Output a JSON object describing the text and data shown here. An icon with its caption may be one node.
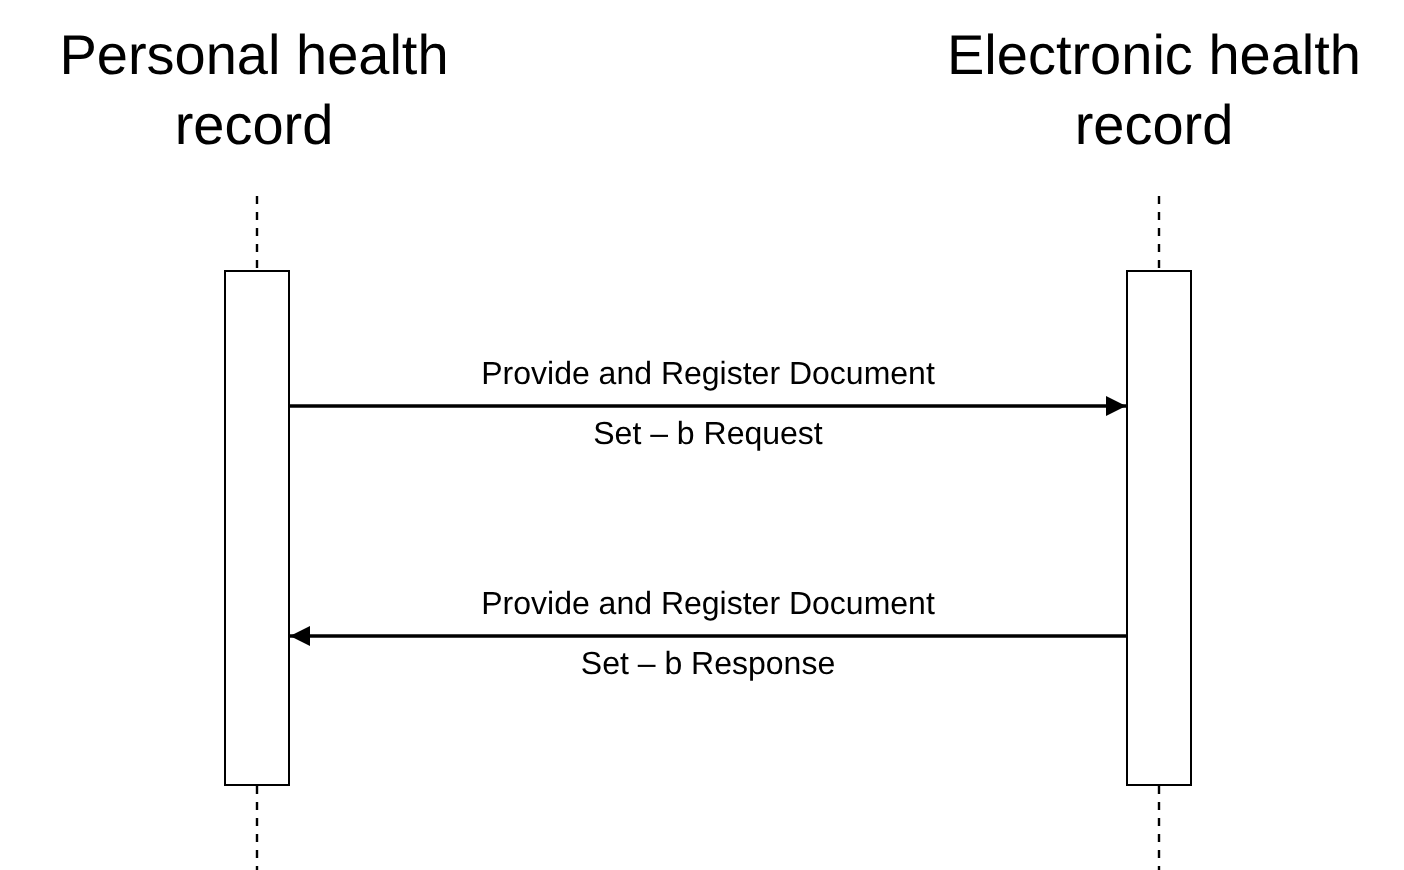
{
  "diagram": {
    "nodes": [
      {
        "text": [
          "Personal health record"
        ]
      },
      {
        "text": [
          "Electronic health record"
        ]
      },
      {
        "text": [],
        "shape": "bar"
      },
      {
        "text": [],
        "shape": "bar"
      }
    ],
    "edges": [
      {
        "from": 2,
        "to": 3,
        "arrow": "to",
        "label": "Provide and Register Document Set – b Request"
      },
      {
        "from": 3,
        "to": 2,
        "arrow": "to",
        "label": "Provide and Register Document Set – b Response"
      },
      {
        "from": 0,
        "to": 2,
        "arrow": "none",
        "style": "dashed"
      },
      {
        "from": 1,
        "to": 3,
        "arrow": "none",
        "style": "dashed"
      },
      {
        "from": 2,
        "to": null,
        "arrow": "none",
        "style": "dashed"
      },
      {
        "from": 3,
        "to": null,
        "arrow": "none",
        "style": "dashed"
      }
    ]
  }
}
